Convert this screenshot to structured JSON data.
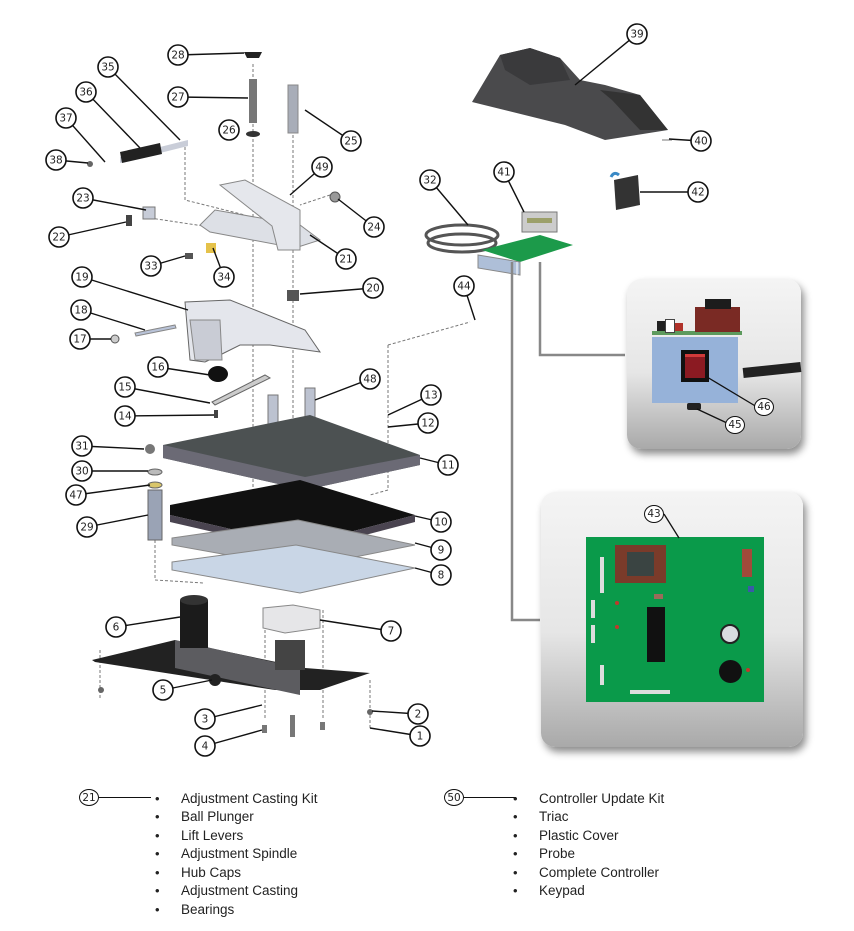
{
  "callouts": [
    "1",
    "2",
    "3",
    "4",
    "5",
    "6",
    "7",
    "8",
    "9",
    "10",
    "11",
    "12",
    "13",
    "14",
    "15",
    "16",
    "17",
    "18",
    "19",
    "20",
    "21",
    "22",
    "23",
    "24",
    "25",
    "26",
    "27",
    "28",
    "29",
    "30",
    "31",
    "32",
    "33",
    "34",
    "35",
    "36",
    "37",
    "38",
    "39",
    "40",
    "41",
    "42",
    "43",
    "44",
    "45",
    "46",
    "47",
    "48",
    "49"
  ],
  "kits": [
    {
      "number": "21",
      "items": [
        "Adjustment Casting Kit",
        "Ball Plunger",
        "Lift Levers",
        "Adjustment Spindle",
        "Hub Caps",
        "Adjustment Casting",
        "Bearings"
      ]
    },
    {
      "number": "50",
      "items": [
        "Controller Update Kit",
        "Triac",
        "Plastic Cover",
        "Probe",
        "Complete Controller",
        "Keypad"
      ]
    }
  ],
  "colors": {
    "pcb_green": "#0a9a4a",
    "switch_red": "#8b1a22",
    "transformer_brown": "#7a3b2a",
    "platen_dark": "#4c5152",
    "bracket_blue": "#9fb8d8"
  },
  "bullet": "•"
}
